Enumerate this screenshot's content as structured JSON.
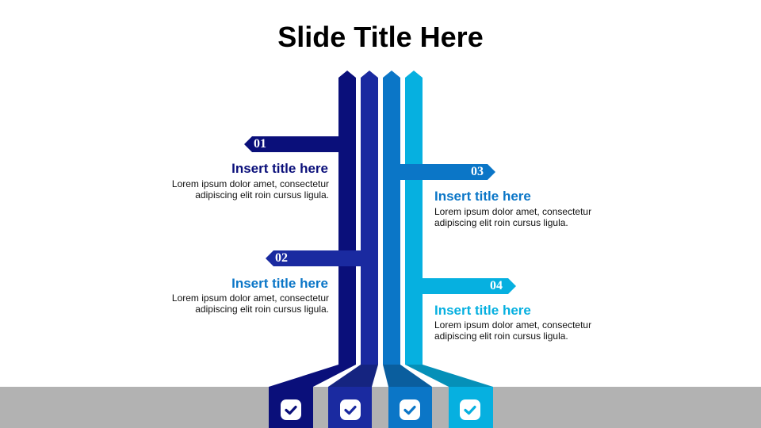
{
  "slide": {
    "title": "Slide Title Here"
  },
  "steps": [
    {
      "number": "01",
      "title": "Insert title here",
      "text": "Lorem ipsum dolor amet, consectetur adipiscing elit roin cursus ligula.",
      "color": "#0a0f7a"
    },
    {
      "number": "02",
      "title": "Insert title here",
      "text": "Lorem ipsum dolor amet, consectetur adipiscing elit roin cursus ligula.",
      "color": "#1a2aa0"
    },
    {
      "number": "03",
      "title": "Insert title here",
      "text": "Lorem ipsum dolor amet, consectetur adipiscing elit roin cursus ligula.",
      "color": "#0b76c7"
    },
    {
      "number": "04",
      "title": "Insert title here",
      "text": "Lorem ipsum dolor amet, consectetur adipiscing elit roin cursus ligula.",
      "color": "#06b0e0"
    }
  ],
  "title_colors": [
    "#0a0f7a",
    "#0b76c7",
    "#0b76c7",
    "#06b0e0"
  ],
  "icons": [
    "check-icon",
    "check-icon",
    "check-icon",
    "check-icon"
  ],
  "floor_color": "#b2b2b2"
}
